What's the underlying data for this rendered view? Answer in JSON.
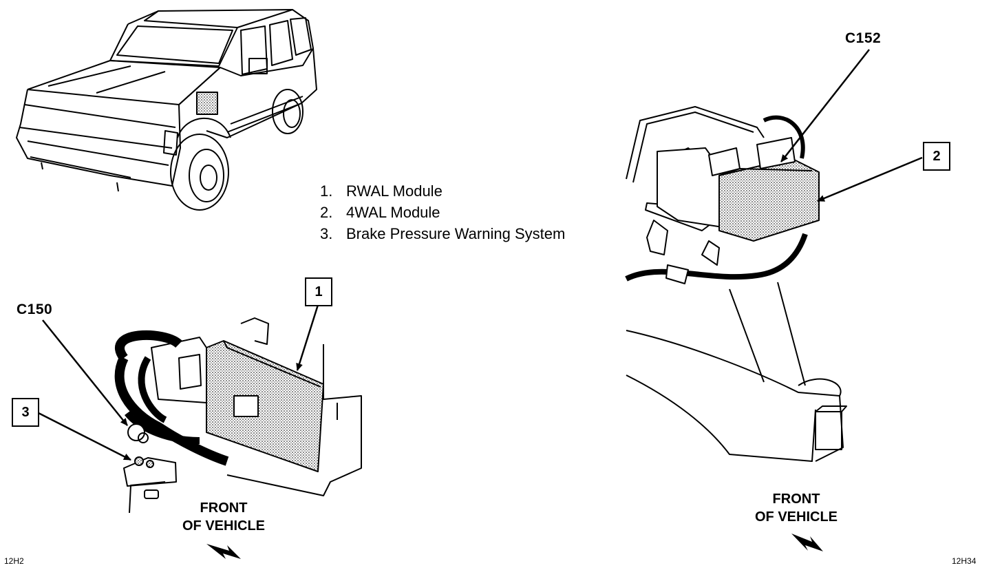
{
  "legend": [
    {
      "num": "1.",
      "text": "RWAL Module"
    },
    {
      "num": "2.",
      "text": "4WAL Module"
    },
    {
      "num": "3.",
      "text": "Brake Pressure Warning System"
    }
  ],
  "callouts": {
    "c150": "C150",
    "c152": "C152",
    "box1": "1",
    "box2": "2",
    "box3": "3"
  },
  "front_left": {
    "line1": "FRONT",
    "line2": "OF VEHICLE"
  },
  "front_right": {
    "line1": "FRONT",
    "line2": "OF VEHICLE"
  },
  "codes": {
    "left": "12H2",
    "right": "12H34"
  },
  "colors": {
    "ink": "#000000",
    "paper": "#ffffff",
    "stipple": "#c8c8c8"
  }
}
